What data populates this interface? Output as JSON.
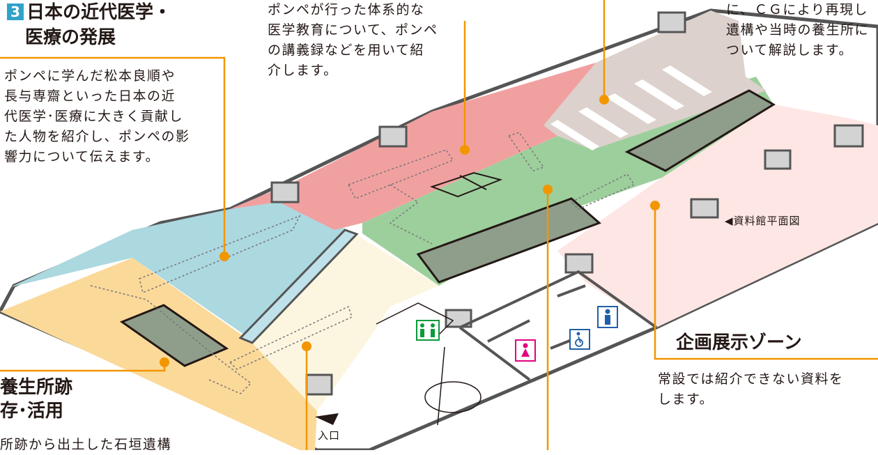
{
  "section3": {
    "number": "3",
    "title_line1": "日本の近代医学・",
    "title_line2": "医療の発展",
    "description": [
      "ポンペに学んだ松本良順や",
      "長与専齋といった日本の近",
      "代医学･医療に大きく貢献し",
      "た人物を紹介し、ポンペの影",
      "響力について伝えます。"
    ]
  },
  "education": {
    "description": [
      "ポンペが行った体系的な",
      "医学教育について、ポンペ",
      "の講義録などを用いて紹",
      "介します。"
    ]
  },
  "cg": {
    "description": [
      "に、ＣＧにより再現し",
      "遺構や当時の養生所に",
      "ついて解説します。"
    ]
  },
  "plan_caption": "◀資料館平面図",
  "special_zone": {
    "title": "企画展示ゾーン",
    "description": [
      "常設では紹介できない資料を",
      "します。"
    ]
  },
  "site_zone": {
    "title_line1": "養生所跡",
    "title_line2": "存･活用",
    "description": "所跡から出土した石垣遺構"
  },
  "entrance_label": "入口",
  "colors": {
    "accent_orange": "#f29600",
    "zone_yellow": "#fbd999",
    "zone_blue": "#acd8e0",
    "zone_pink": "#f1a0a0",
    "zone_green": "#9dcf9c",
    "zone_gray": "#dcd1cc",
    "zone_lightpink": "#fde6e3",
    "zone_cream": "#fcf6e0",
    "number_badge": "#2fa3c9"
  },
  "icons": [
    "baby-changing-icon",
    "female-toilet-icon",
    "wheelchair-toilet-icon",
    "male-toilet-icon",
    "entrance-arrow-icon"
  ]
}
